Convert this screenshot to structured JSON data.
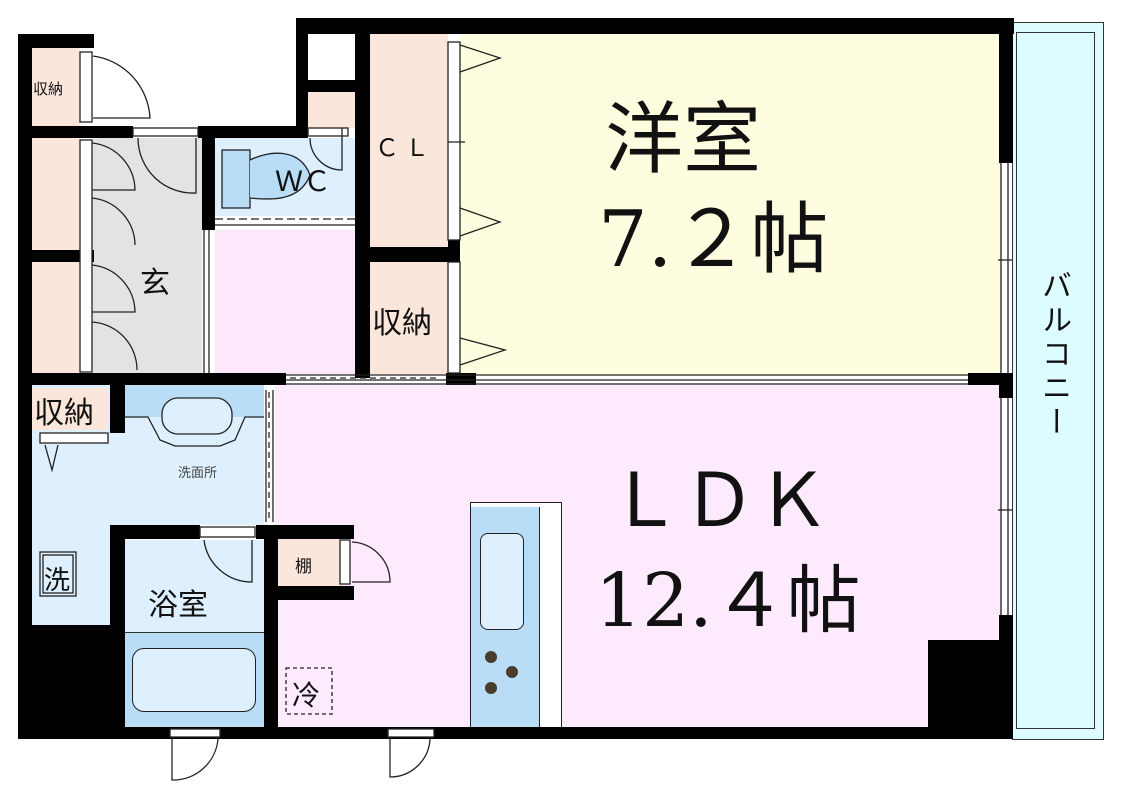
{
  "floorplan": {
    "colors": {
      "wall": "#000000",
      "western_room": "#fefde0",
      "ldk": "#fdeafc",
      "wet_area": "#def0fd",
      "wet_fixture": "#b9dcf7",
      "storage": "#fbe6dc",
      "entrance": "#e3e3e3",
      "hall": "#fde8fb",
      "balcony": "#ddfcff"
    },
    "rooms": {
      "western_room": {
        "name": "洋室",
        "size": "7.２帖"
      },
      "ldk": {
        "name": "ＬＤＫ",
        "size": "12.４帖"
      },
      "entrance": {
        "name": "玄"
      },
      "wc": {
        "name": "ＷＣ"
      },
      "closet": {
        "name": "ＣＬ"
      },
      "storage_top_left": {
        "name": "収納"
      },
      "storage_mid": {
        "name": "収納"
      },
      "storage_left": {
        "name": "収納"
      },
      "washroom": {
        "name": "洗面所"
      },
      "bathroom": {
        "name": "浴室"
      },
      "shelf": {
        "name": "棚"
      },
      "washer": {
        "name": "洗"
      },
      "fridge": {
        "name": "冷"
      },
      "balcony": {
        "name": "バルコニー"
      }
    }
  }
}
